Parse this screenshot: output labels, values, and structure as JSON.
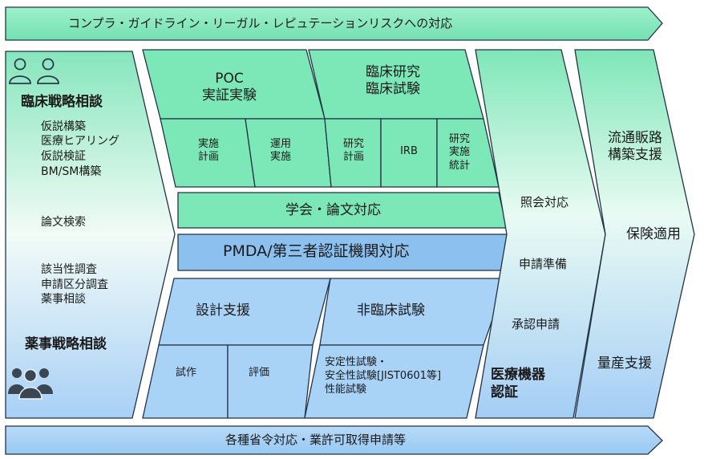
{
  "banner_top": "コンプラ・ガイドライン・リーガル・レピュテーションリスクへの対応",
  "banner_bottom": "各種省令対応・業許可取得申請等",
  "left_panel": {
    "title_clinical": "臨床戦略相談",
    "items_group1": [
      "仮説構築",
      "医療ヒアリング",
      "仮説検証",
      "BM/SM構築"
    ],
    "item_group2": "論文検索",
    "items_group3": [
      "該当性調査",
      "申請区分調査",
      "薬事相談"
    ],
    "title_regulatory": "薬事戦略相談",
    "icon_top": "two-person-icon",
    "icon_bottom": "group-people-icon"
  },
  "poc": {
    "title": [
      "POC",
      "実証実験"
    ],
    "sub": [
      [
        "実施",
        "計画"
      ],
      [
        "運用",
        "実施"
      ]
    ]
  },
  "clinical": {
    "title": [
      "臨床研究",
      "臨床試験"
    ],
    "sub": [
      [
        "研究",
        "計画"
      ],
      [
        "IRB"
      ],
      [
        "研究",
        "実施",
        "統計"
      ]
    ]
  },
  "academic": "学会・論文対応",
  "pmda": "PMDA/第三者認証機関対応",
  "design": {
    "title": "設計支援",
    "sub": [
      "試作",
      "評価"
    ]
  },
  "nonclinical": {
    "title": "非臨床試験",
    "body": [
      "安定性試験・",
      "安全性試験[JIST0601等]",
      "性能試験"
    ]
  },
  "certification": {
    "steps": [
      "照会対応",
      "申請準備",
      "承認申請"
    ],
    "title": [
      "医療機器",
      "認証"
    ]
  },
  "distribution": {
    "items": [
      [
        "流通販路",
        "構築支援"
      ],
      [
        "保険適用"
      ],
      [
        "量産支援"
      ]
    ]
  },
  "colors": {
    "green": "#7ce8b8",
    "blue": "#a9d2f7",
    "pmda_blue": "#8cc0ef",
    "stroke": "#223344"
  }
}
